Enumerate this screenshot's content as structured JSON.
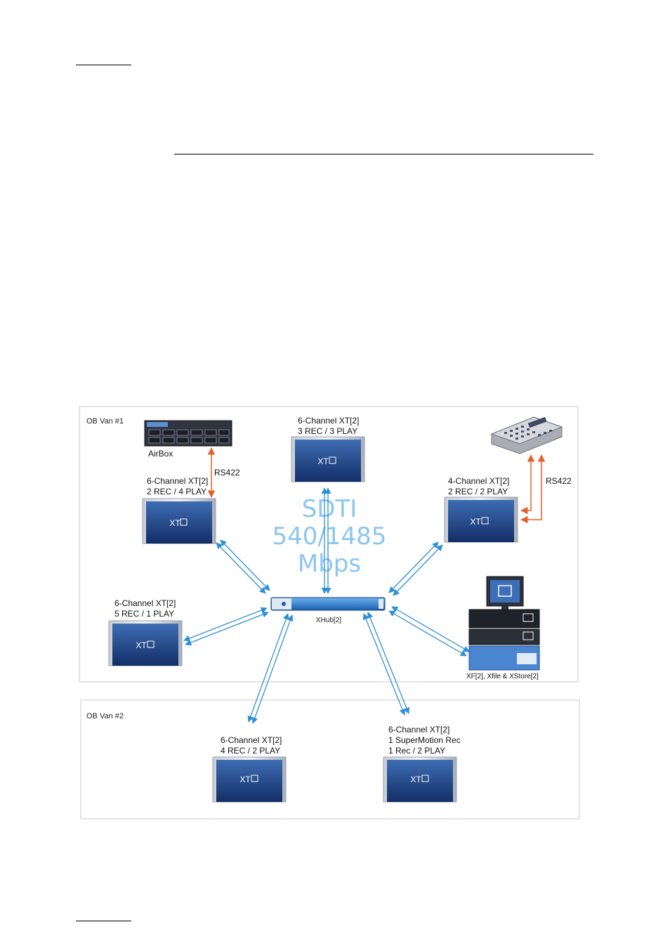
{
  "diagram": {
    "van1_label": "OB Van #1",
    "van2_label": "OB Van #2",
    "sdti_lines": [
      "SDTI",
      "540/1485",
      "Mbps"
    ],
    "hub_label": "XHub[2]",
    "device_tag": "XT",
    "rs422": "RS422",
    "airbox_label": "AirBox",
    "xf_label": "XF[2], Xfile & XStore[2]",
    "nodes": {
      "top": [
        "6-Channel XT[2]",
        "3 REC / 3 PLAY"
      ],
      "left_upper": [
        "6-Channel XT[2]",
        "2 REC / 4 PLAY"
      ],
      "right_upper": [
        "4-Channel XT[2]",
        "2 REC / 2 PLAY"
      ],
      "left_lower": [
        "6-Channel XT[2]",
        "5 REC / 1 PLAY"
      ],
      "van2_left": [
        "6-Channel XT[2]",
        "4 REC / 2 PLAY"
      ],
      "van2_right": [
        "6-Channel XT[2]",
        "1 SuperMotion Rec",
        "1 Rec / 2 PLAY"
      ]
    }
  },
  "colors": {
    "device_blue": "#1c3f80",
    "link_blue": "#2e8fd8",
    "rs422_orange": "#e2622a",
    "sdti_text": "#8cc6f0"
  }
}
